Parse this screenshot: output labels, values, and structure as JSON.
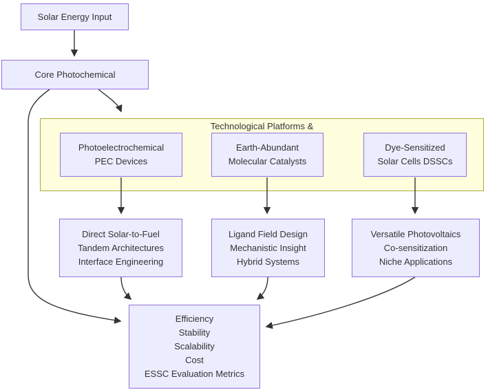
{
  "diagram": {
    "nodes": {
      "solar_input": {
        "lines": [
          "Solar Energy Input"
        ]
      },
      "core": {
        "lines": [
          "Core Photochemical"
        ]
      },
      "pec": {
        "lines": [
          "Photoelectrochemical",
          "PEC Devices"
        ]
      },
      "catalysts": {
        "lines": [
          "Earth-Abundant",
          "Molecular Catalysts"
        ]
      },
      "dssc": {
        "lines": [
          "Dye-Sensitized",
          "Solar Cells DSSCs"
        ]
      },
      "pec_outcomes": {
        "lines": [
          "Direct Solar-to-Fuel",
          "Tandem Architectures",
          "Interface Engineering"
        ]
      },
      "catalyst_outcomes": {
        "lines": [
          "Ligand Field Design",
          "Mechanistic Insight",
          "Hybrid Systems"
        ]
      },
      "dssc_outcomes": {
        "lines": [
          "Versatile Photovoltaics",
          "Co-sensitization",
          "Niche Applications"
        ]
      },
      "metrics": {
        "lines": [
          "Efficiency",
          "Stability",
          "Scalability",
          "Cost",
          "ESSC Evaluation Metrics"
        ]
      }
    },
    "cluster": {
      "title": "Technological Platforms &"
    },
    "colors": {
      "node_fill": "#ECECFF",
      "node_border": "#9370DB",
      "cluster_fill": "#FFFFDE",
      "cluster_border": "#AAAA33",
      "edge": "#333333",
      "text": "#333333"
    }
  }
}
